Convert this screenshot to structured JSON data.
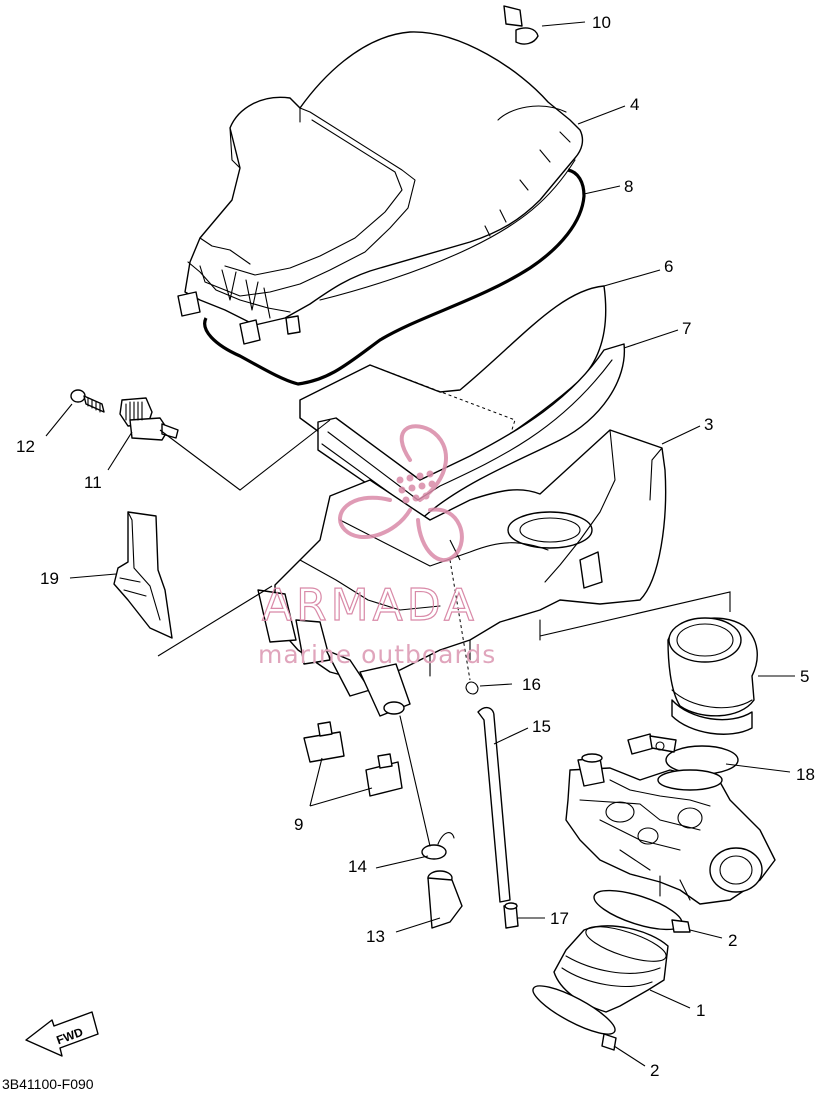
{
  "diagram": {
    "drawing_code": "3B41100-F090",
    "direction_label": "FWD",
    "callouts": [
      "10",
      "4",
      "8",
      "6",
      "7",
      "3",
      "12",
      "11",
      "19",
      "5",
      "16",
      "15",
      "18",
      "9",
      "14",
      "17",
      "2",
      "13",
      "1",
      "2"
    ]
  },
  "watermark": {
    "brand": "ARMADA",
    "tagline": "marine outboards",
    "color": "#d98aa8"
  },
  "colors": {
    "line": "#000000",
    "background": "#ffffff"
  }
}
